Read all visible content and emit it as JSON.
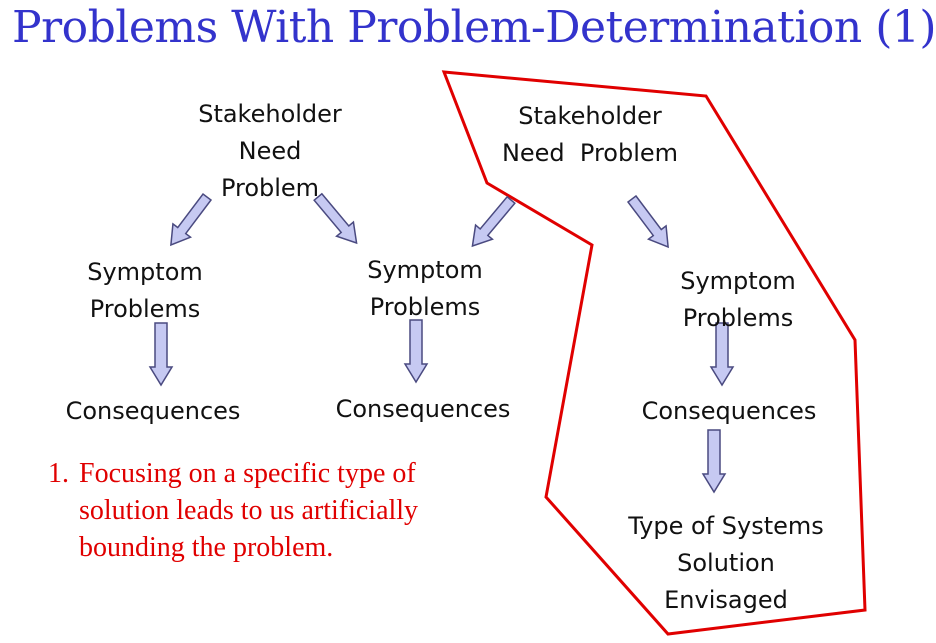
{
  "title": "Problems With Problem-Determination (1)",
  "left": {
    "stakeholder": [
      "Stakeholder",
      "Need",
      "Problem"
    ],
    "symptom_a": [
      "Symptom",
      "Problems"
    ],
    "consequences_a": "Consequences",
    "symptom_b": [
      "Symptom",
      "Problems"
    ],
    "consequences_b": "Consequences"
  },
  "right": {
    "stakeholder": [
      "Stakeholder",
      "Need  Problem"
    ],
    "symptom": [
      "Symptom",
      "Problems"
    ],
    "consequences": "Consequences",
    "solution": [
      "Type of Systems",
      "Solution",
      "Envisaged"
    ]
  },
  "note": {
    "number": "1.",
    "text": "Focusing on a specific type of solution leads to us artificially bounding the problem."
  },
  "colors": {
    "title": "#3333cc",
    "note": "#e00000",
    "boundary": "#e00000",
    "arrow_fill": "#c6c9f2",
    "arrow_stroke": "#4a4a80"
  },
  "icons": [
    "arrow-down-left-icon",
    "arrow-down-right-icon",
    "arrow-down-icon"
  ]
}
